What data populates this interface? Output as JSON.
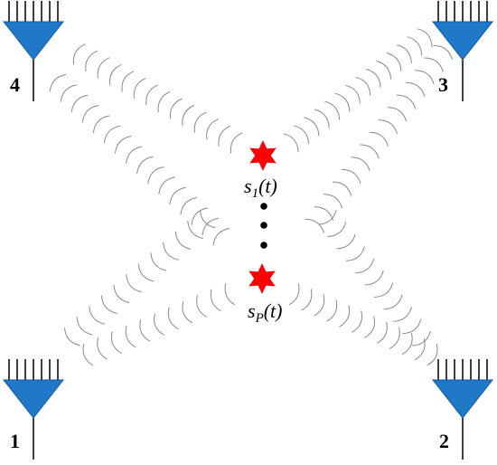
{
  "colors": {
    "antenna_fill": "#1f78c8",
    "antenna_stroke": "#155a99",
    "source": "#ff0000",
    "wave": "#8a8a8a",
    "text": "#000000"
  },
  "antennas": [
    {
      "id": "1",
      "label": "1",
      "icon": "antenna-array-icon"
    },
    {
      "id": "2",
      "label": "2",
      "icon": "antenna-array-icon"
    },
    {
      "id": "3",
      "label": "3",
      "icon": "antenna-array-icon"
    },
    {
      "id": "4",
      "label": "4",
      "icon": "antenna-array-icon"
    }
  ],
  "sources": [
    {
      "id": "s1",
      "base": "s",
      "sub": "1",
      "arg": "(t)",
      "icon": "star-source-icon"
    },
    {
      "id": "sP",
      "base": "s",
      "sub": "P",
      "arg": "(t)",
      "icon": "star-source-icon"
    }
  ],
  "ellipsis_icon": "vertical-ellipsis-icon"
}
